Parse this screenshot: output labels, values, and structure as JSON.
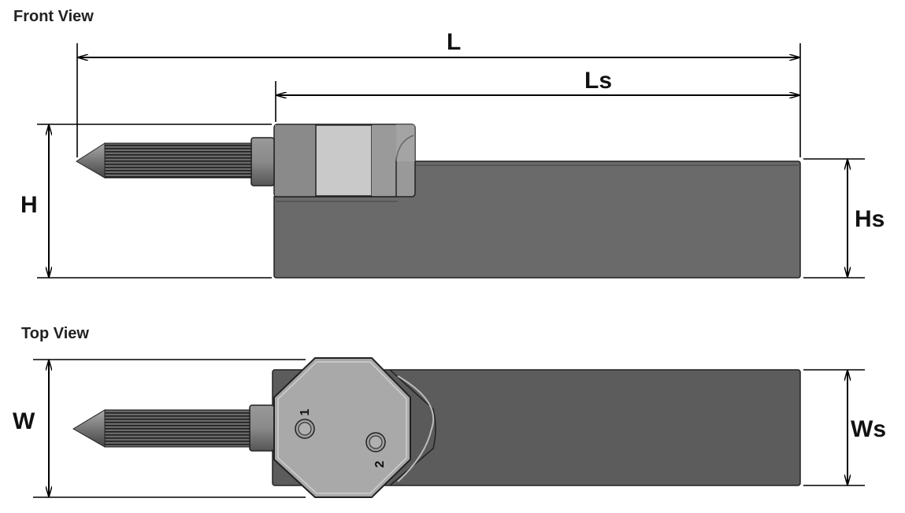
{
  "front_view": {
    "title": "Front View",
    "dimensions": {
      "L": "L",
      "Ls": "Ls",
      "H": "H",
      "Hs": "Hs"
    }
  },
  "top_view": {
    "title": "Top View",
    "dimensions": {
      "W": "W",
      "Ws": "Ws"
    },
    "hole_labels": [
      "1",
      "2"
    ]
  },
  "colors": {
    "body": "#5f5f5f",
    "head": "#a8a8a8",
    "head_light": "#c9c9c9",
    "line": "#000000"
  }
}
